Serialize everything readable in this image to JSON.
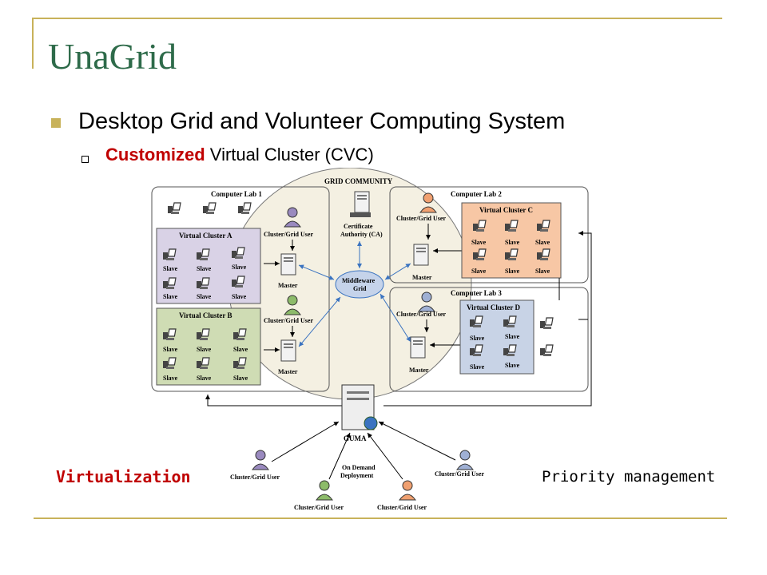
{
  "slide": {
    "title": "UnaGrid",
    "bullet_main": "Desktop Grid and Volunteer Computing System",
    "bullet_sub_emphasis": "Customized",
    "bullet_sub_rest": " Virtual Cluster (CVC)"
  },
  "annotations": {
    "left": "Virtualization",
    "right": "Priority management"
  },
  "diagram": {
    "grid_community": "GRID COMMUNITY",
    "computer_lab_1": "Computer Lab 1",
    "computer_lab_2": "Computer Lab 2",
    "computer_lab_3": "Computer Lab 3",
    "virtual_cluster_a": "Virtual Cluster A",
    "virtual_cluster_b": "Virtual Cluster B",
    "virtual_cluster_c": "Virtual Cluster C",
    "virtual_cluster_d": "Virtual Cluster D",
    "slave": "Slave",
    "master": "Master",
    "cluster_grid_user": "Cluster/Grid User",
    "certificate_authority_1": "Certificate",
    "certificate_authority_2": "Authority (CA)",
    "middleware_1": "Middleware",
    "middleware_2": "Grid",
    "guma": "GUMA",
    "on_demand_1": "On Demand",
    "on_demand_2": "Deployment",
    "colors": {
      "cluster_a": "#d9d2e6",
      "cluster_b": "#cfdcb4",
      "cluster_c": "#f7c7a5",
      "cluster_d": "#c8d3e6",
      "middleware": "#c5d3ea",
      "arrow_blue": "#3a73c0"
    }
  }
}
